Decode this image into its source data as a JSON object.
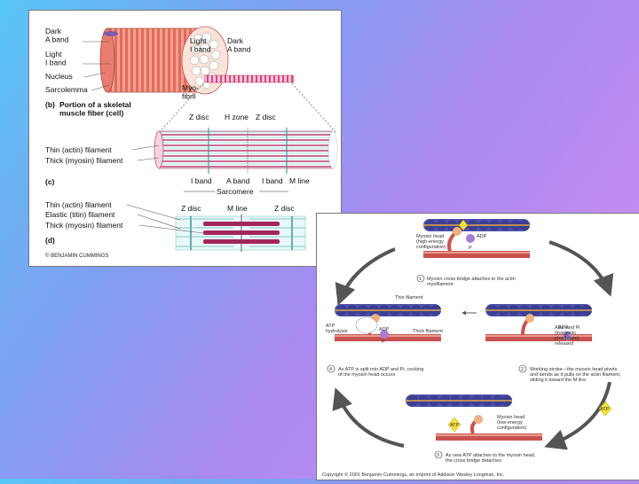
{
  "top_diagram": {
    "left_labels": [
      "Dark\nA band",
      "Light\nI band",
      "Nucleus",
      "Sarcolemma"
    ],
    "top_labels": [
      "Light\nI band",
      "Dark\nA band"
    ],
    "myofibril": "Myo-\nfibril",
    "caption_b_letter": "(b)",
    "caption_b": "Portion of a skeletal\nmuscle fiber (cell)",
    "disc_labels": [
      "Z disc",
      "H zone",
      "Z disc"
    ],
    "filaments_c": [
      "Thin (actin) filament",
      "Thick (myosin) filament"
    ],
    "caption_c": "(c)",
    "bottom_c_labels": [
      "I band",
      "A band",
      "I band",
      "M line"
    ],
    "sarcomere": "Sarcomere",
    "filaments_d": [
      "Thin (actin) filament",
      "Elastic (titin) filament",
      "Thick (myosin) filament"
    ],
    "disc_d_labels": [
      "Z disc",
      "M line",
      "Z disc"
    ],
    "caption_d": "(d)",
    "credit": "© BENJAMIN CUMMINGS"
  },
  "bottom_diagram": {
    "top_label": "Myosin head\n(high-energy\nconfiguration)",
    "top_adp": "ADP",
    "top_p": "P",
    "step1_num": "1",
    "step1": "Myosin cross bridge attaches to the actin\nmyofilament",
    "thin_filament": "Thin filament",
    "left_atp": "ATP\nhydrolysis",
    "left_adp": "ADP",
    "left_p": "P",
    "thick_filament": "Thick filament",
    "right_label": "ADP and Pi\n(inorganic\nphosphate)\nreleased",
    "right_adp": "ADP",
    "right_p": "P",
    "step4_num": "4",
    "step4": "As ATP is split into ADP and Pi, cocking\nof the myosin head occurs",
    "step2_num": "2",
    "step2": "Working stroke—the myosin head pivots\nand bends as it pulls on the actin filament,\nsliding it toward the M line",
    "side_atp": "ATP",
    "bottom_atp": "ATP",
    "bottom_label": "Myosin head\n(low-energy\nconfiguration)",
    "step3_num": "3",
    "step3": "As new ATP attaches to the myosin head,\nthe cross bridge detaches",
    "copyright": "Copyright © 2001 Benjamin Cummings, an imprint of Addison Wesley Longman, Inc."
  }
}
